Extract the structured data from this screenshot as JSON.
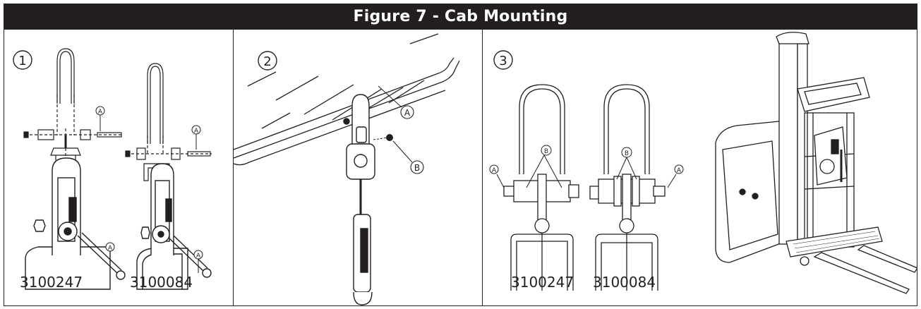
{
  "figure_title": "Figure 7 - Cab Mounting",
  "panels": [
    {
      "step": "1",
      "part_numbers": [
        "3100247",
        "3100084"
      ],
      "callouts": [
        "A",
        "A",
        "A",
        "A"
      ]
    },
    {
      "step": "2",
      "callouts": [
        "A",
        "B"
      ]
    },
    {
      "step": "3",
      "part_numbers": [
        "3100247",
        "3100084"
      ],
      "callouts": [
        "A",
        "B",
        "B",
        "A"
      ]
    }
  ]
}
